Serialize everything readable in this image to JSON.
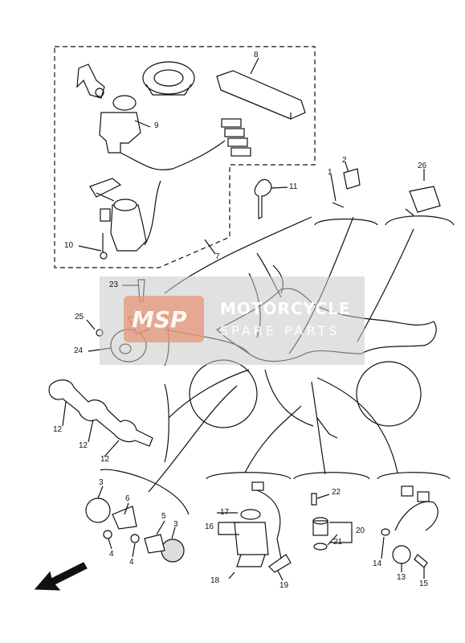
{
  "watermark": {
    "logo": "MSP",
    "line1": "MOTORCYCLE",
    "line2": "SPARE PARTS"
  },
  "callouts": {
    "c8": "8",
    "c9": "9",
    "c10": "10",
    "c7": "7",
    "c11": "11",
    "c1": "1",
    "c2": "2",
    "c26": "26",
    "c23": "23",
    "c25": "25",
    "c24": "24",
    "c12a": "12",
    "c12b": "12",
    "c12c": "12",
    "c3a": "3",
    "c6": "6",
    "c5": "5",
    "c3b": "3",
    "c4a": "4",
    "c4b": "4",
    "c17": "17",
    "c16": "16",
    "c18": "18",
    "c19": "19",
    "c22": "22",
    "c20": "20",
    "c21": "21",
    "c14": "14",
    "c13": "13",
    "c15": "15"
  }
}
